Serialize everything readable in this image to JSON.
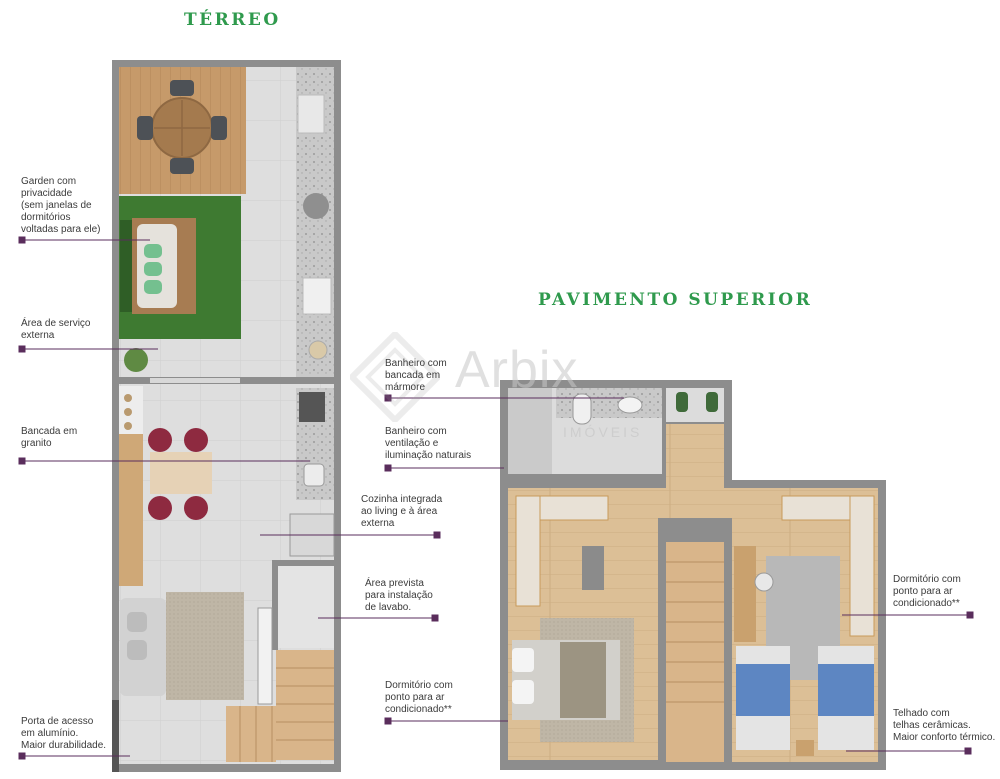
{
  "titles": {
    "ground_floor": "TÉRREO",
    "upper_floor": "PAVIMENTO SUPERIOR"
  },
  "watermark": {
    "brand": "Arbix",
    "sub": "IMÓVEIS"
  },
  "labels": {
    "garden": [
      "Garden com",
      "privacidade",
      "(sem janelas de",
      "dormitórios",
      "voltadas para ele)"
    ],
    "service_area": [
      "Área de serviço",
      "externa"
    ],
    "granite_counter": [
      "Bancada em",
      "granito"
    ],
    "integrated_kitchen": [
      "Cozinha integrada",
      "ao living e à área",
      "externa"
    ],
    "lavatory_area": [
      "Área prevista",
      "para instalação",
      "de lavabo."
    ],
    "aluminium_door": [
      "Porta de acesso",
      "em alumínio.",
      "Maior durabilidade."
    ],
    "marble_bathroom": [
      "Banheiro com",
      "bancada em",
      "mármore"
    ],
    "ventilated_bathroom": [
      "Banheiro com",
      "ventilação e",
      "iluminação naturais"
    ],
    "bedroom_ac_left": [
      "Dormitório com",
      "ponto para ar",
      "condicionado**"
    ],
    "bedroom_ac_right": [
      "Dormitório com",
      "ponto para ar",
      "condicionado**"
    ],
    "ceramic_roof": [
      "Telhado com",
      "telhas cerâmicas.",
      "Maior conforto térmico."
    ]
  },
  "colors": {
    "title_green": "#2f9a4d",
    "leader_purple": "#5a2d5c",
    "wall": "#8c8c8c",
    "floor_tile": "#dcdcdc",
    "wood_floor": "#d8b98e",
    "grass": "#3f7a33"
  }
}
